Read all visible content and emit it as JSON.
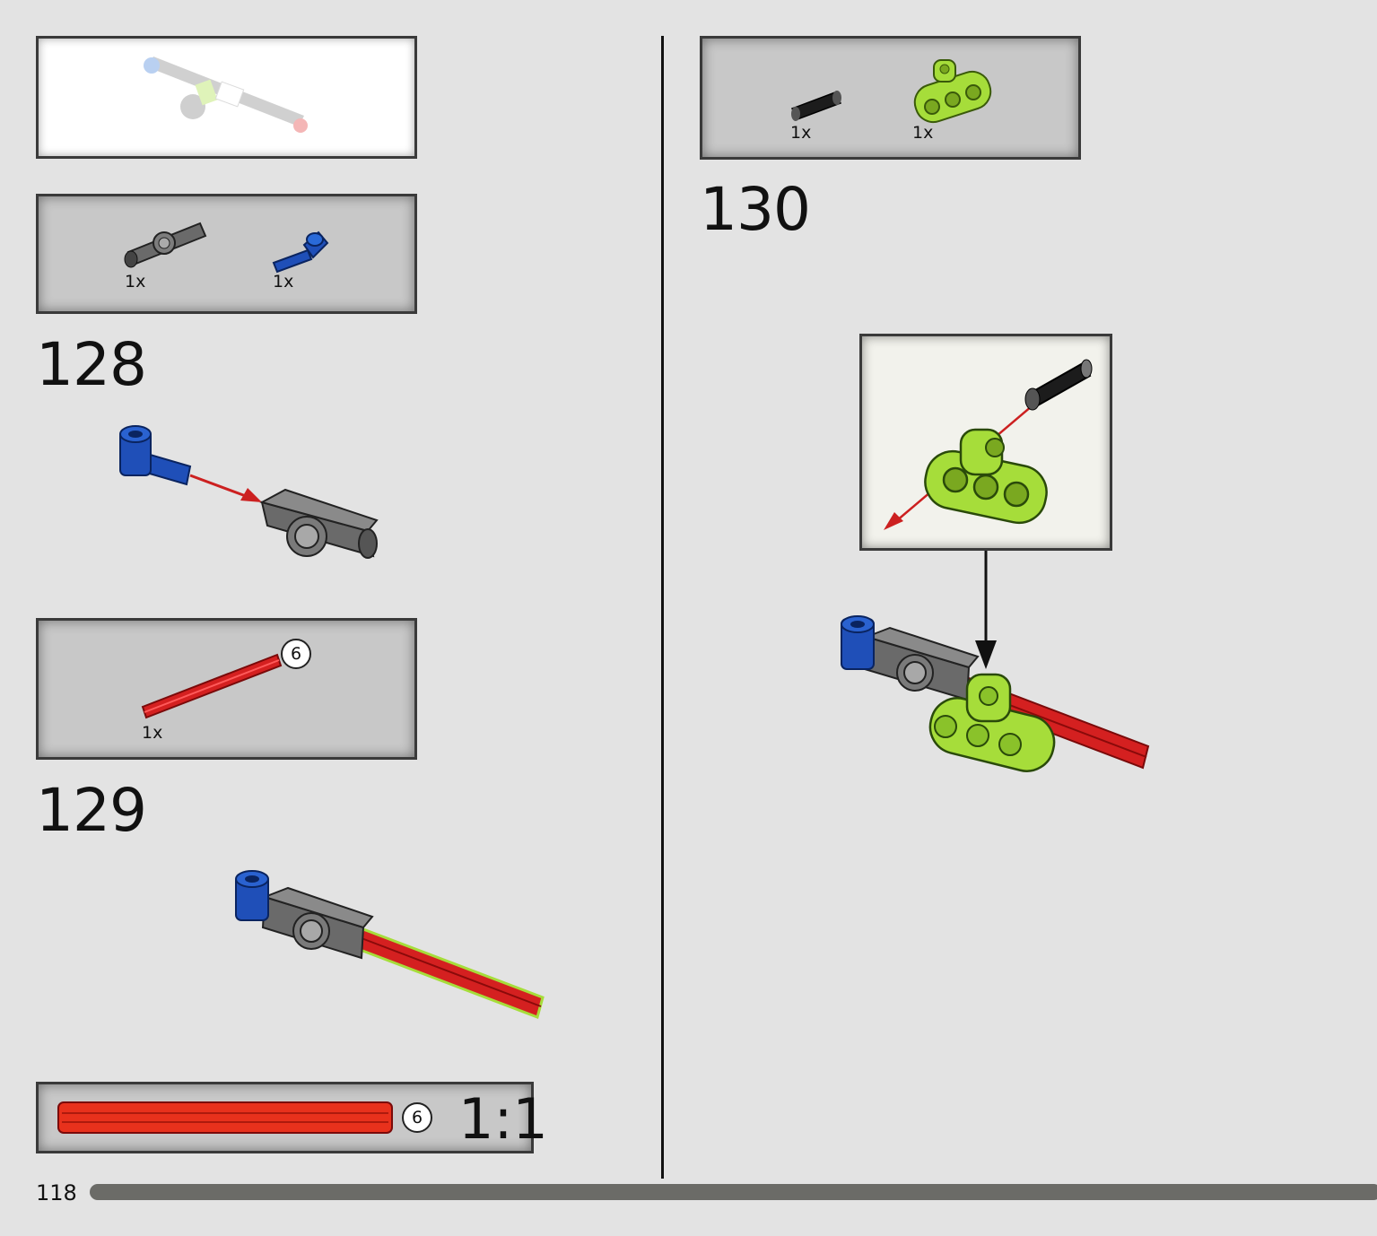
{
  "page": {
    "number": "118"
  },
  "steps": [
    {
      "number": "128",
      "parts": [
        {
          "name": "gray-axle-pin-connector",
          "qty": "1x"
        },
        {
          "name": "blue-axle-pin",
          "qty": "1x"
        }
      ]
    },
    {
      "number": "129",
      "parts": [
        {
          "name": "red-axle-6",
          "qty": "1x",
          "length": "6"
        }
      ]
    },
    {
      "number": "130",
      "parts": [
        {
          "name": "black-pin",
          "qty": "1x"
        },
        {
          "name": "lime-beam-3",
          "qty": "1x"
        }
      ]
    }
  ],
  "scale_box": {
    "axle_length": "6",
    "label": "1:1"
  },
  "colors": {
    "blue": "#1f4fb8",
    "gray": "#6a6a6a",
    "red": "#d42020",
    "lime": "#a6dd3a",
    "black": "#1c1c1c"
  }
}
